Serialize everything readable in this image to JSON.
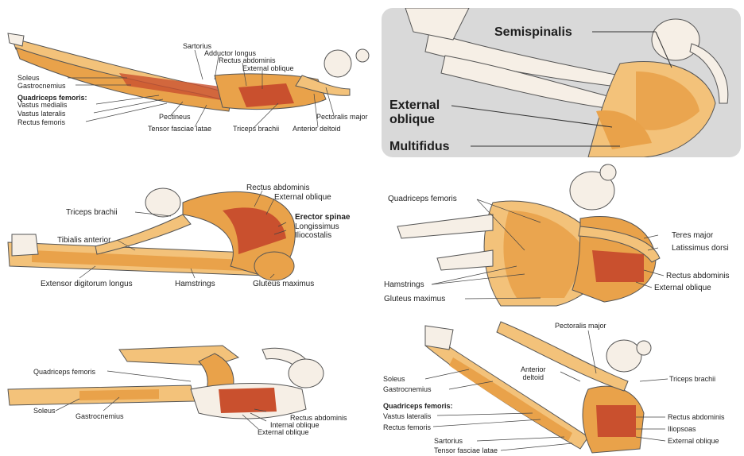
{
  "panels": [
    {
      "labels": {
        "sartorius": "Sartorius",
        "adductor_longus": "Adductor longus",
        "rectus_abdominis": "Rectus abdominis",
        "external_oblique": "External oblique",
        "soleus": "Soleus",
        "gastrocnemius": "Gastrocnemius",
        "quadriceps_femoris": "Quadriceps femoris:",
        "vastus_medialis": "Vastus medialis",
        "vastus_lateralis": "Vastus lateralis",
        "rectus_femoris": "Rectus femoris",
        "pectineus": "Pectineus",
        "tensor_fasciae_latae": "Tensor fasciae latae",
        "triceps_brachii": "Triceps brachii",
        "anterior_deltoid": "Anterior deltoid",
        "pectoralis_major": "Pectoralis major"
      }
    },
    {
      "labels": {
        "semispinalis": "Semispinalis",
        "external_oblique": "External\noblique",
        "multifidus": "Multifidus"
      }
    },
    {
      "labels": {
        "rectus_abdominis": "Rectus abdominis",
        "external_oblique": "External oblique",
        "erector_spinae": "Erector spinae",
        "longissimus": "Longissimus",
        "iliocostalis": "Iliocostalis",
        "triceps_brachii": "Triceps brachii",
        "tibialis_anterior": "Tibialis anterior",
        "extensor_digitorum_longus": "Extensor digitorum longus",
        "hamstrings": "Hamstrings",
        "gluteus_maximus": "Gluteus maximus"
      }
    },
    {
      "labels": {
        "quadriceps_femoris": "Quadriceps femoris",
        "teres_major": "Teres major",
        "latissimus_dorsi": "Latissimus dorsi",
        "rectus_abdominis": "Rectus abdominis",
        "external_oblique": "External oblique",
        "hamstrings": "Hamstrings",
        "gluteus_maximus": "Gluteus maximus"
      }
    },
    {
      "labels": {
        "quadriceps_femoris": "Quadriceps femoris",
        "soleus": "Soleus",
        "gastrocnemius": "Gastrocnemius",
        "rectus_abdominis": "Rectus abdominis",
        "internal_oblique": "Internal oblique",
        "external_oblique": "External oblique"
      }
    },
    {
      "labels": {
        "pectoralis_major": "Pectoralis major",
        "anterior_deltoid": "Anterior\ndeltoid",
        "soleus": "Soleus",
        "gastrocnemius": "Gastrocnemius",
        "triceps_brachii": "Triceps brachii",
        "quadriceps_femoris": "Quadriceps femoris:",
        "vastus_lateralis": "Vastus lateralis",
        "rectus_femoris": "Rectus femoris",
        "rectus_abdominis": "Rectus abdominis",
        "iliopsoas": "Iliopsoas",
        "sartorius": "Sartorius",
        "external_oblique": "External oblique",
        "tensor_fasciae_latae": "Tensor fasciae latae"
      }
    }
  ],
  "colors": {
    "muscle_light": "#f3c27a",
    "muscle_mid": "#e9a24a",
    "muscle_red": "#c9502e",
    "skin": "#f6efe6",
    "outline": "#555555",
    "panel_bg": "#d9d9d9"
  }
}
